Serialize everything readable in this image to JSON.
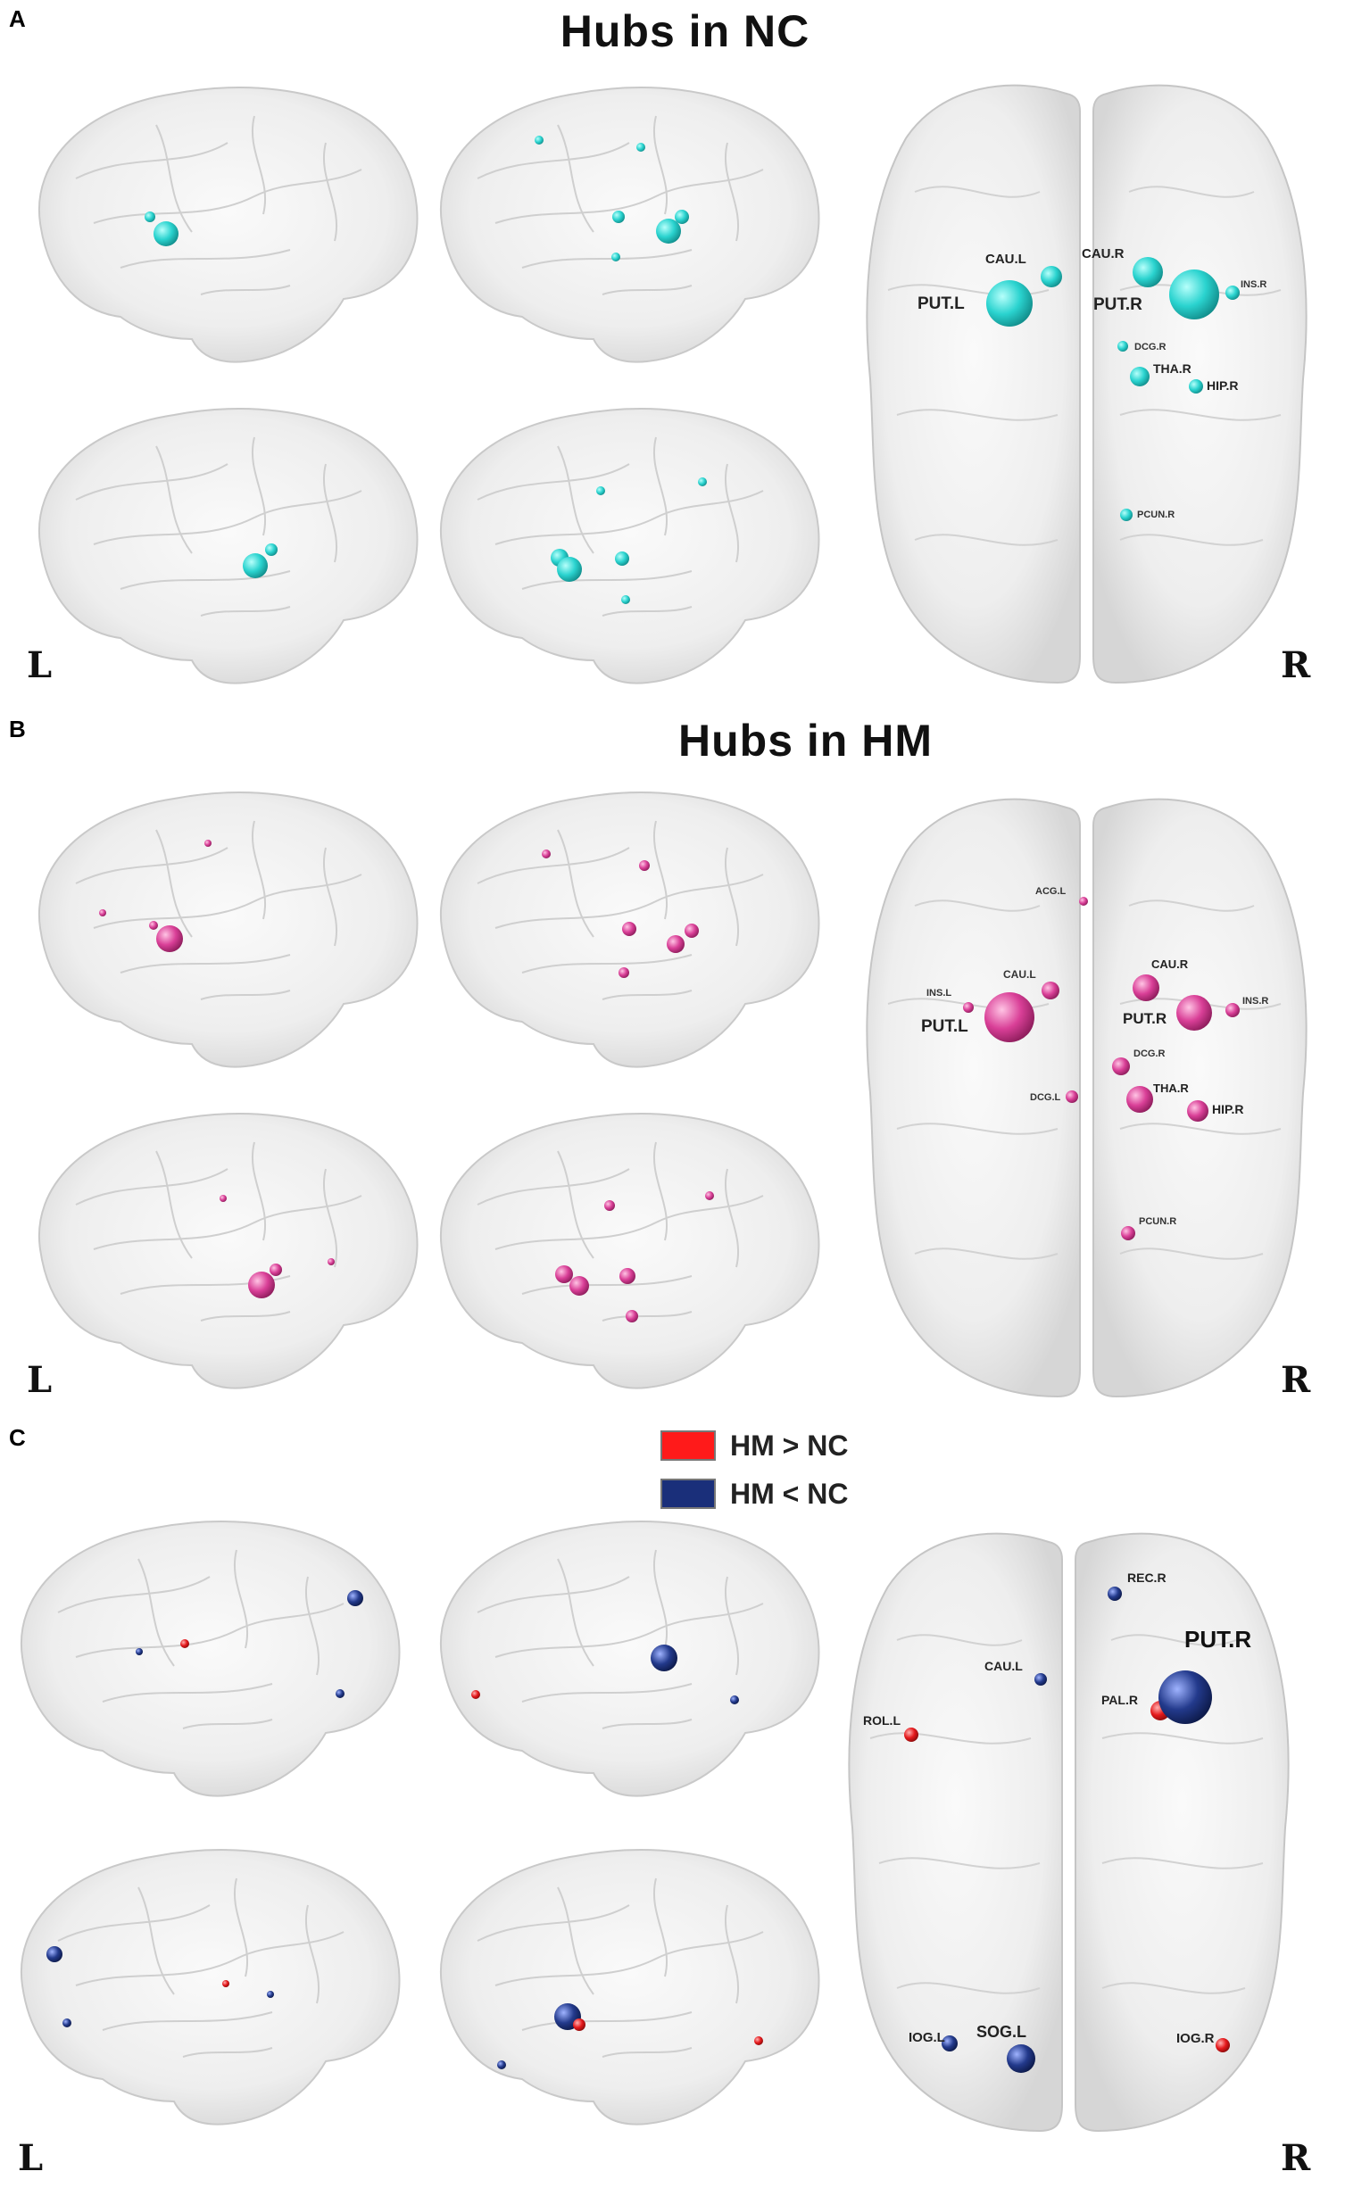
{
  "panels": [
    {
      "letter": "A",
      "title": "Hubs in NC",
      "left_label": "L",
      "right_label": "R",
      "color": "#2ad3cf",
      "labels": [
        "PUT.L",
        "CAU.L",
        "CAU.R",
        "PUT.R",
        "INS.R",
        "DCG.R",
        "THA.R",
        "HIP.R",
        "PCUN.R"
      ]
    },
    {
      "letter": "B",
      "title": "Hubs in HM",
      "left_label": "L",
      "right_label": "R",
      "color": "#d93f97",
      "labels": [
        "ACG.L",
        "INS.L",
        "CAU.L",
        "PUT.L",
        "CAU.R",
        "PUT.R",
        "INS.R",
        "DCG.R",
        "DCG.L",
        "THA.R",
        "HIP.R",
        "PCUN.R"
      ]
    },
    {
      "letter": "C",
      "title": "",
      "left_label": "L",
      "right_label": "R",
      "labels": [
        "REC.R",
        "PUT.R",
        "CAU.L",
        "PAL.R",
        "ROL.L",
        "IOG.L",
        "SOG.L",
        "IOG.R"
      ],
      "legend": [
        {
          "label": "HM > NC",
          "color": "#ff1a1a"
        },
        {
          "label": "HM < NC",
          "color": "#1a2f7a"
        }
      ]
    }
  ],
  "colors": {
    "nc_node": "#2ad3cf",
    "hm_node": "#d93f97",
    "increase": "#e5191c",
    "decrease": "#233a8c"
  }
}
